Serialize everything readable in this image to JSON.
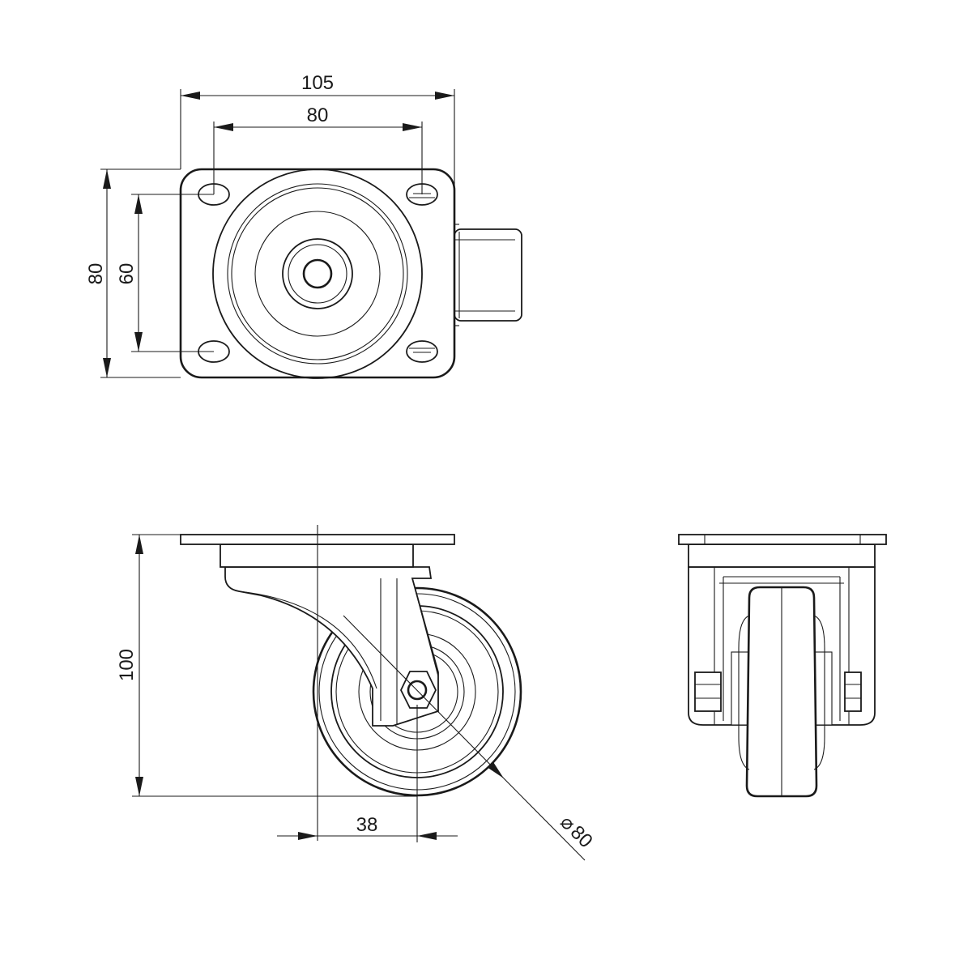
{
  "drawing": {
    "dimensions": {
      "plate_width": "105",
      "hole_spacing_x": "80",
      "plate_height": "80",
      "hole_spacing_y": "60",
      "overall_height": "100",
      "swivel_offset": "38",
      "wheel_diameter": "80"
    },
    "diameter_symbol": "⌀"
  }
}
